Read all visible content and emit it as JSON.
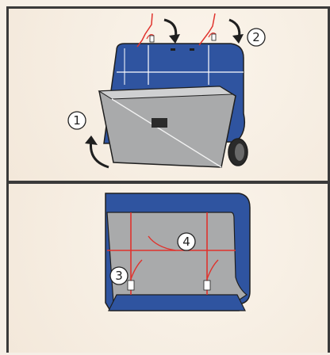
{
  "steps": {
    "step1": "1",
    "step2": "2",
    "step3": "3",
    "step4": "4"
  },
  "colors": {
    "body_gray": "#a9aaab",
    "machine_blue": "#2f54a0",
    "thread_red": "#e0332d",
    "outline": "#1f1f1f",
    "frame": "#3a3a3a"
  }
}
